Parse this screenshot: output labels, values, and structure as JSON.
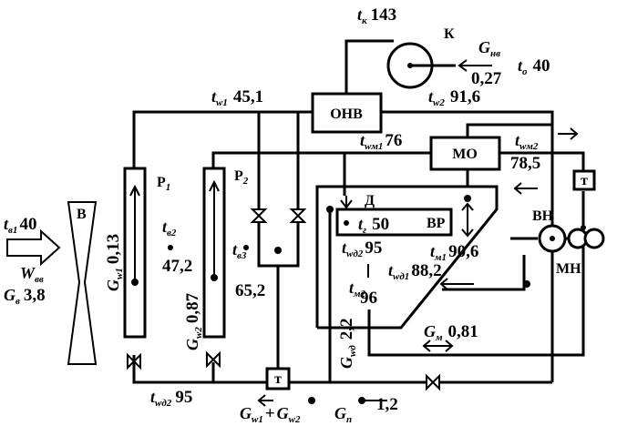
{
  "labels": {
    "tk": "t",
    "tk_sub": "к",
    "tk_val": "143",
    "K": "К",
    "Gnv": "G",
    "Gnv_sub": "нв",
    "Gnv_val": "0,27",
    "to": "t",
    "to_sub": "о",
    "to_val": "40",
    "tw1": "t",
    "tw1_sub": "w1",
    "tw1_val": "45,1",
    "ONV": "ОНВ",
    "tw2": "t",
    "tw2_sub": "w2",
    "tw2_val": "91,6",
    "twm1": "t",
    "twm1_sub": "wм1",
    "twm1_val": "76",
    "MO": "МО",
    "twm2": "t",
    "twm2_sub": "wм2",
    "twm2_val": "78,5",
    "T_right": "т",
    "D": "Д",
    "tg": "t",
    "tg_sub": "г",
    "tg_val": "50",
    "VR": "ВР",
    "VN": "ВН",
    "MN": "МН",
    "B": "В",
    "tv1": "t",
    "tv1_sub": "в1",
    "tv1_val": "40",
    "Wvv": "W",
    "Wvv_sub": "вв",
    "Gv": "G",
    "Gv_sub": "в",
    "Gv_val": "3,8",
    "P1": "Р",
    "P1_sub": "1",
    "P2": "Р",
    "P2_sub": "2",
    "Gw1": "G",
    "Gw1_sub": "w1",
    "Gw1_val": "0,13",
    "tv2": "t",
    "tv2_sub": "в2",
    "tv2_val": "47,2",
    "Gw2": "G",
    "Gw2_sub": "w2",
    "Gw2_val": "0,87",
    "tv3": "t",
    "tv3_sub": "в3",
    "tv3_val": "65,2",
    "twd2_mid": "t",
    "twd2_mid_sub": "wд2",
    "twd2_mid_val": "95",
    "tm1": "t",
    "tm1_sub": "м1",
    "tm1_val": "90,6",
    "twd1": "t",
    "twd1_sub": "wд1",
    "twd1_val": "88,2",
    "tm2": "t",
    "tm2_sub": "м2",
    "tm2_val": "96",
    "Gwd": "G",
    "Gwd_sub": "wд",
    "Gwd_val": "2,2",
    "Gm": "G",
    "Gm_sub": "м",
    "Gm_val": "0,81",
    "twd2_bot": "t",
    "twd2_bot_sub": "wд2",
    "twd2_bot_val": "95",
    "T_bottom": "т",
    "Gsum": "G",
    "Gsum_sub1": "w1",
    "Gsum_plus": "+",
    "Gsum_G2": "G",
    "Gsum_sub2": "w2",
    "Gp": "G",
    "Gp_sub": "п",
    "Gp_val": "1,2"
  }
}
